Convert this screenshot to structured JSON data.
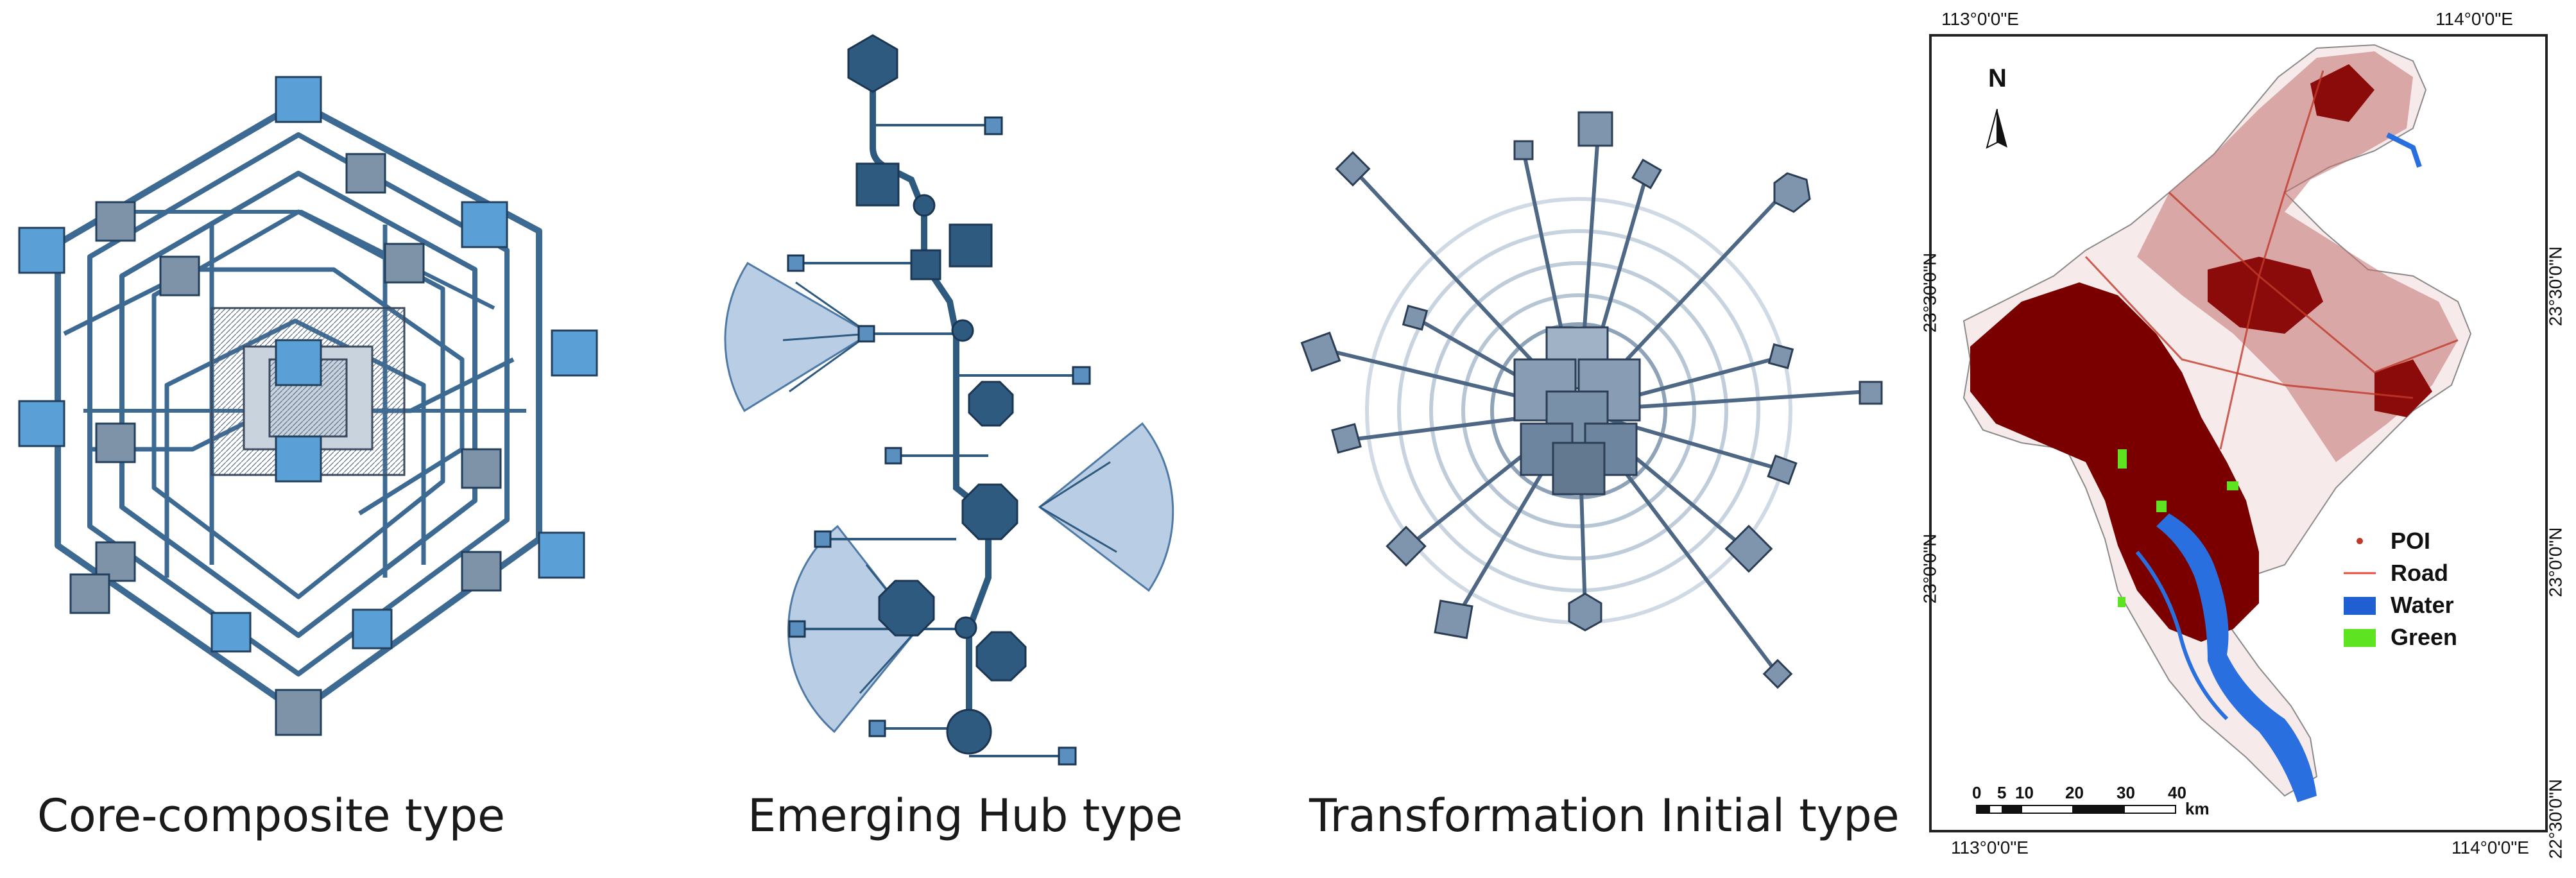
{
  "panels": [
    {
      "caption": "Core-composite type"
    },
    {
      "caption": "Emerging Hub type"
    },
    {
      "caption": "Transformation Initial type"
    }
  ],
  "map": {
    "north_label": "N",
    "coords": {
      "top_left": "113°0'0\"E",
      "top_right": "114°0'0\"E",
      "bottom_left": "113°0'0\"E",
      "bottom_right": "114°0'0\"E",
      "left_upper": "23°30'0\"N",
      "left_lower": "23°0'0\"N",
      "right_upper": "23°30'0\"N",
      "right_lower": "23°0'0\"N",
      "right_bottom": "22°30'0\"N"
    },
    "legend": [
      {
        "label": "POI",
        "color": "#c0392b"
      },
      {
        "label": "Road",
        "color": "#e74c3c"
      },
      {
        "label": "Water",
        "color": "#1f5fd1"
      },
      {
        "label": "Green",
        "color": "#5de320"
      }
    ],
    "scale": {
      "ticks": [
        "0",
        "5",
        "10",
        "20",
        "30",
        "40"
      ],
      "unit": "km"
    },
    "colors": {
      "urban": "#7a0000",
      "sparse": "#b22222",
      "water": "#2a6fe0",
      "green": "#5de320"
    }
  }
}
